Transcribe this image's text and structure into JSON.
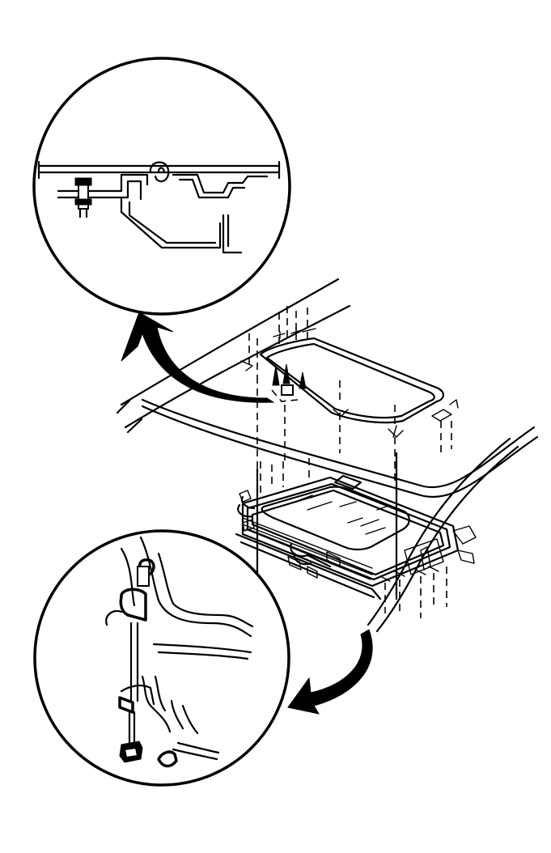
{
  "figure": {
    "colors": {
      "ink": "#000000",
      "paper": "#ffffff"
    },
    "parts": [
      "detail-circle-top",
      "detail-circle-bottom",
      "callout-arrow-top",
      "callout-arrow-bottom",
      "roof-panel",
      "sunroof-opening",
      "sunroof-module",
      "glass-panel",
      "fasteners"
    ]
  }
}
